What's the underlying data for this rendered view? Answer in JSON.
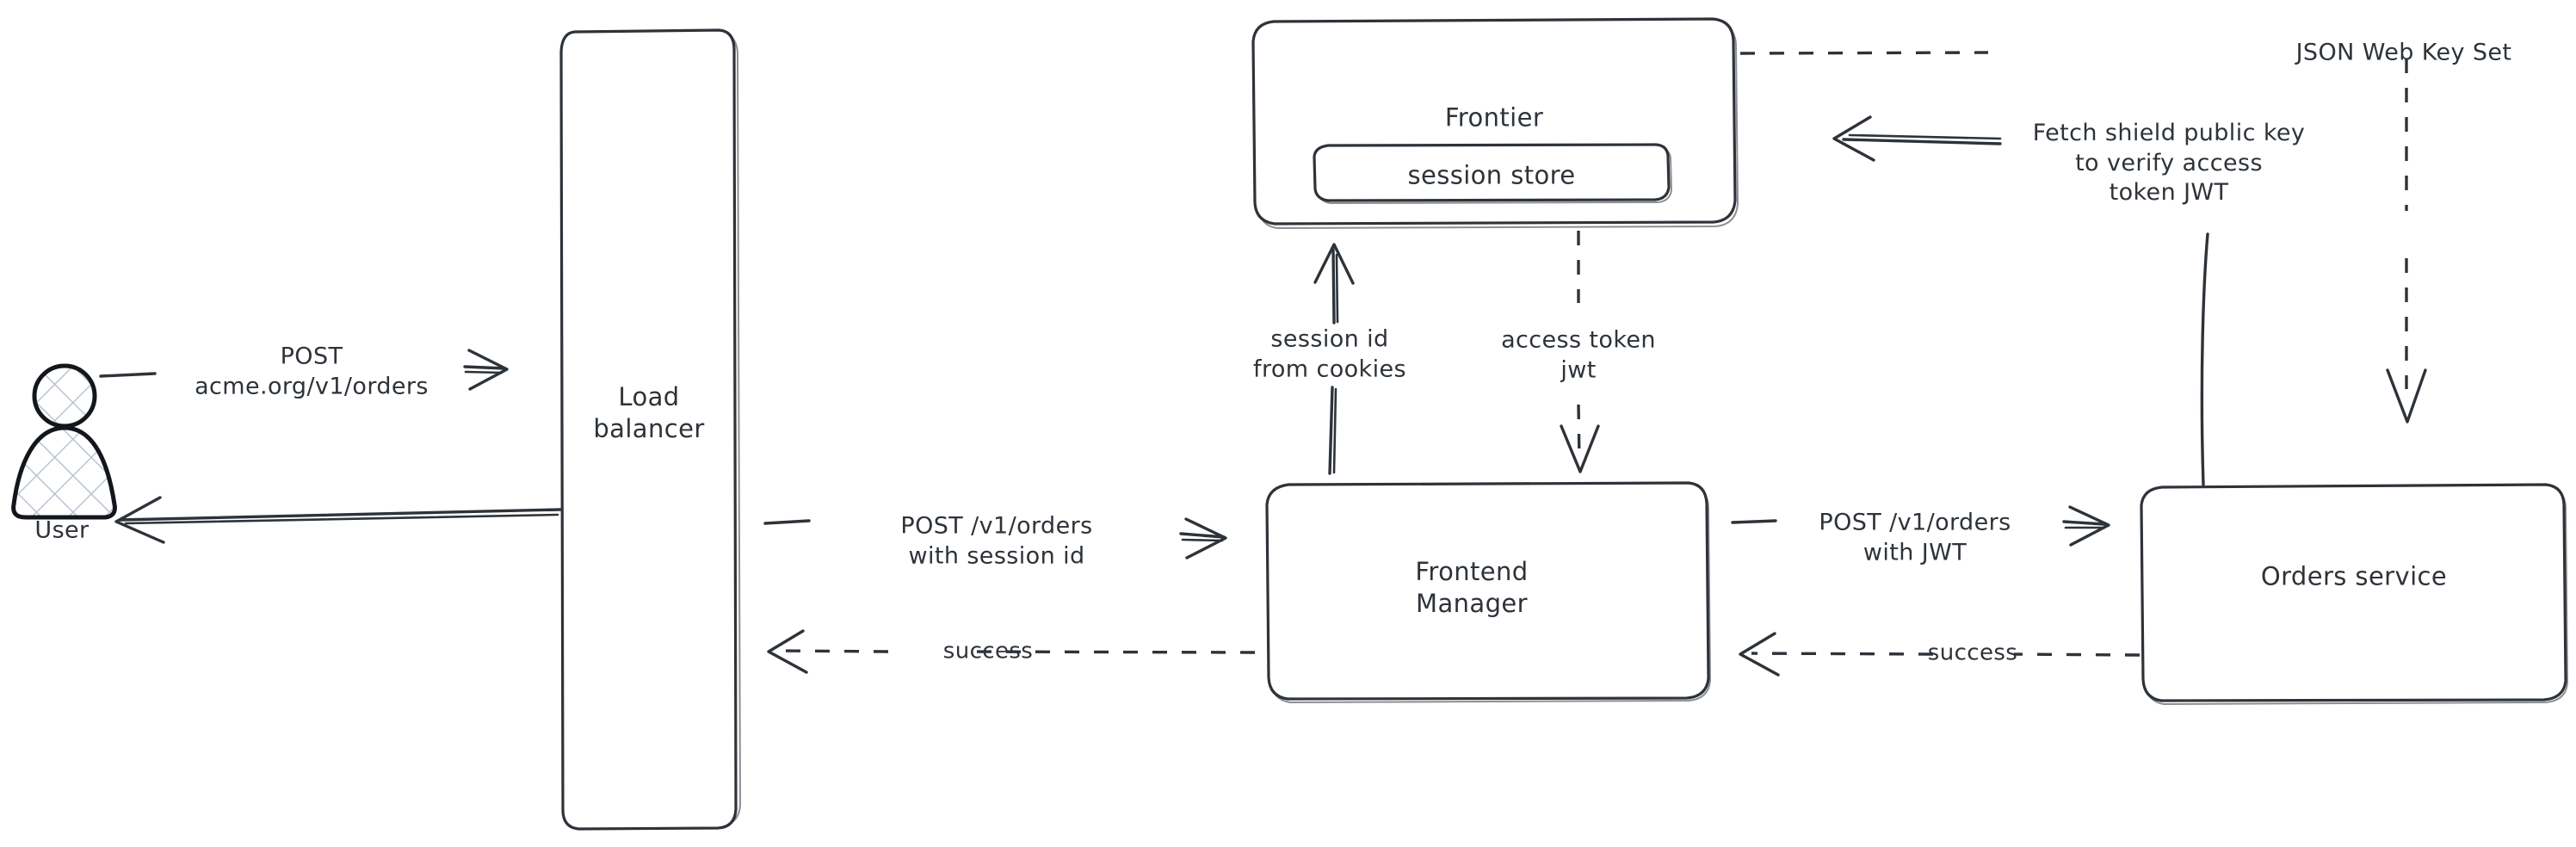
{
  "diagram": {
    "title": "Authentication request flow",
    "style": "hand-drawn",
    "background_color": "#ffffff",
    "stroke_color": "#2d3339",
    "nodes": [
      {
        "id": "user",
        "label": "User",
        "shape": "actor"
      },
      {
        "id": "load_balancer",
        "label": "Load\nbalancer",
        "shape": "rounded-rect"
      },
      {
        "id": "frontier",
        "label": "Frontier",
        "shape": "rounded-rect"
      },
      {
        "id": "session_store",
        "label": "session store",
        "shape": "rounded-rect-nested"
      },
      {
        "id": "frontend_manager",
        "label": "Frontend\nManager",
        "shape": "rounded-rect"
      },
      {
        "id": "orders_service",
        "label": "Orders service",
        "shape": "rounded-rect"
      }
    ],
    "edges": [
      {
        "id": "user-to-lb",
        "from": "user",
        "to": "load_balancer",
        "label": "POST\nacme.org/v1/orders",
        "style": "solid"
      },
      {
        "id": "lb-to-user",
        "from": "load_balancer",
        "to": "user",
        "label": "",
        "style": "solid"
      },
      {
        "id": "lb-to-fm",
        "from": "load_balancer",
        "to": "frontend_manager",
        "label": "POST /v1/orders\nwith session id",
        "style": "solid"
      },
      {
        "id": "fm-to-lb",
        "from": "frontend_manager",
        "to": "load_balancer",
        "label": "success",
        "style": "dashed"
      },
      {
        "id": "fm-to-frontier",
        "from": "frontend_manager",
        "to": "frontier",
        "label": "session id\nfrom cookies",
        "style": "solid"
      },
      {
        "id": "frontier-to-fm",
        "from": "frontier",
        "to": "frontend_manager",
        "label": "access token\njwt",
        "style": "dashed"
      },
      {
        "id": "fm-to-orders",
        "from": "frontend_manager",
        "to": "orders_service",
        "label": "POST /v1/orders\nwith JWT",
        "style": "solid"
      },
      {
        "id": "orders-to-fm",
        "from": "orders_service",
        "to": "frontend_manager",
        "label": "success",
        "style": "dashed"
      },
      {
        "id": "orders-to-frontier",
        "from": "orders_service",
        "to": "frontier",
        "label": "Fetch shield public key\nto verify access\ntoken JWT",
        "style": "solid"
      },
      {
        "id": "frontier-to-orders",
        "from": "frontier",
        "to": "orders_service",
        "label": "JSON Web Key Set",
        "style": "dashed"
      }
    ]
  },
  "labels": {
    "user": "User",
    "load_balancer_line1": "Load",
    "load_balancer_line2": "balancer",
    "frontier": "Frontier",
    "session_store": "session store",
    "frontend_manager_line1": "Frontend",
    "frontend_manager_line2": "Manager",
    "orders_service": "Orders service",
    "post_acme_line1": "POST",
    "post_acme_line2": "acme.org/v1/orders",
    "post_orders_session_line1": "POST /v1/orders",
    "post_orders_session_line2": "with session id",
    "success_lb": "success",
    "session_id_line1": "session id",
    "session_id_line2": "from cookies",
    "access_token_line1": "access token",
    "access_token_line2": "jwt",
    "post_orders_jwt_line1": "POST /v1/orders",
    "post_orders_jwt_line2": "with JWT",
    "success_orders": "success",
    "fetch_key_line1": "Fetch shield public key",
    "fetch_key_line2": "to verify access",
    "fetch_key_line3": "token JWT",
    "jwks": "JSON Web Key Set"
  }
}
